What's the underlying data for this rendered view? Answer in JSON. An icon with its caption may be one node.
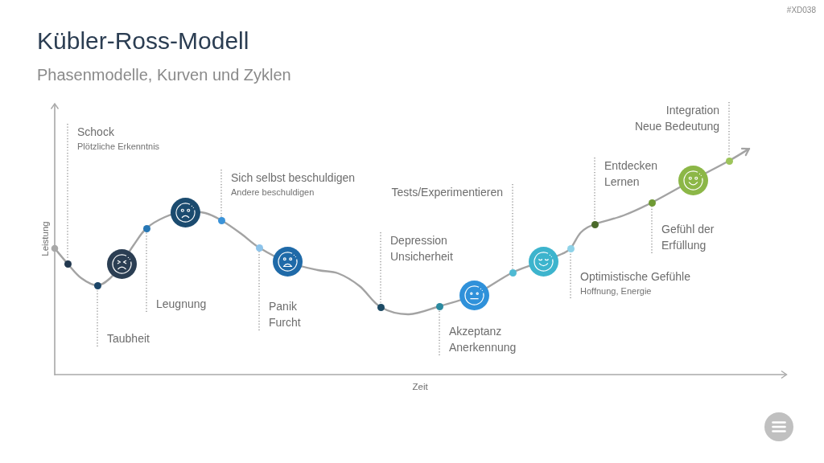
{
  "diagram": {
    "title": "Kübler-Ross-Modell",
    "nodes": [
      {
        "text": [
          "Schock",
          "Plötzliche Erkenntnis"
        ]
      },
      {
        "text": [
          "Taubheit"
        ]
      },
      {
        "text": [
          "Leugnung"
        ]
      },
      {
        "text": [
          "Sich selbst beschuldigen",
          "Andere beschuldigen"
        ]
      },
      {
        "text": [
          "Panik",
          "Furcht"
        ]
      },
      {
        "text": [
          "Depression",
          "Unsicherheit"
        ]
      },
      {
        "text": [
          "Akzeptanz",
          "Anerkennung"
        ]
      },
      {
        "text": [
          "Tests/Experimentieren"
        ]
      },
      {
        "text": [
          "Optimistische Gefühle",
          "Hoffnung, Energie"
        ]
      },
      {
        "text": [
          "Entdecken",
          "Lernen"
        ]
      },
      {
        "text": [
          "Gefühl der Erfüllung"
        ]
      },
      {
        "text": [
          "Integration",
          "Neue Bedeutung"
        ]
      },
      {
        "text": [],
        "shape": "circle"
      },
      {
        "text": [],
        "shape": "circle"
      },
      {
        "text": [],
        "shape": "circle"
      },
      {
        "text": [],
        "shape": "circle"
      },
      {
        "text": [],
        "shape": "circle"
      },
      {
        "text": [],
        "shape": "circle"
      },
      {
        "text": [],
        "shape": "circle"
      },
      {
        "text": [],
        "shape": "circle"
      },
      {
        "text": [],
        "shape": "circle"
      },
      {
        "text": [],
        "shape": "circle"
      },
      {
        "text": [],
        "shape": "circle"
      },
      {
        "text": [],
        "shape": "circle"
      }
    ],
    "edges": [
      {
        "from": 0,
        "to": 12,
        "arrow": "none",
        "style": "dashed"
      },
      {
        "from": 1,
        "to": 13,
        "arrow": "none",
        "style": "dashed"
      },
      {
        "from": 2,
        "to": 14,
        "arrow": "none",
        "style": "dashed"
      },
      {
        "from": 3,
        "to": 15,
        "arrow": "none",
        "style": "dashed"
      },
      {
        "from": 4,
        "to": 16,
        "arrow": "none",
        "style": "dashed"
      },
      {
        "from": 5,
        "to": 17,
        "arrow": "none",
        "style": "dashed"
      },
      {
        "from": 6,
        "to": 18,
        "arrow": "none",
        "style": "dashed"
      },
      {
        "from": 7,
        "to": 19,
        "arrow": "none",
        "style": "dashed"
      },
      {
        "from": 8,
        "to": 20,
        "arrow": "none",
        "style": "dashed"
      },
      {
        "from": 9,
        "to": 21,
        "arrow": "none",
        "style": "dashed"
      },
      {
        "from": 10,
        "to": 22,
        "arrow": "none",
        "style": "dashed"
      },
      {
        "from": 11,
        "to": 23,
        "arrow": "none",
        "style": "dashed"
      }
    ],
    "labels": [
      "#XD038",
      "Phasenmodelle, Kurven und Zyklen",
      "Leistung",
      "Zeit"
    ]
  }
}
